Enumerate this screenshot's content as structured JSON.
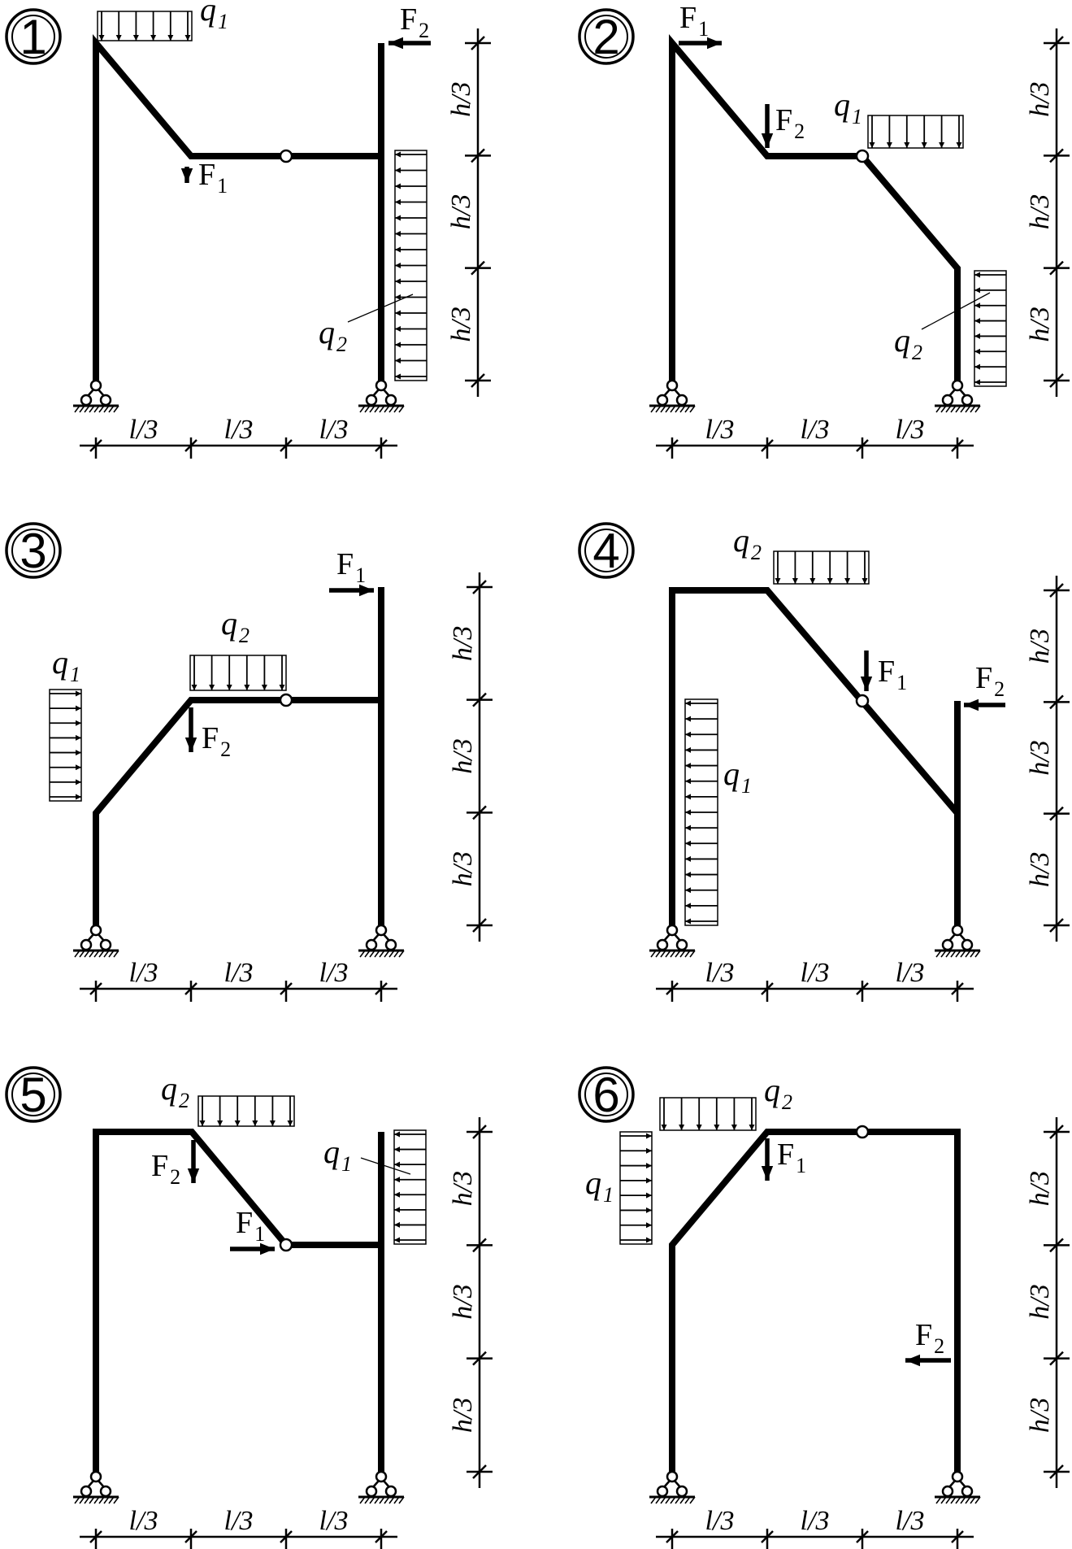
{
  "panels": [
    {
      "number": "1",
      "labels": [
        {
          "main": "q",
          "sub": "1",
          "italic": true
        },
        {
          "main": "F",
          "sub": "2",
          "italic": false
        },
        {
          "main": "F",
          "sub": "1",
          "italic": false
        },
        {
          "main": "q",
          "sub": "2",
          "italic": true
        }
      ]
    },
    {
      "number": "2",
      "labels": [
        {
          "main": "F",
          "sub": "1",
          "italic": false
        },
        {
          "main": "F",
          "sub": "2",
          "italic": false
        },
        {
          "main": "q",
          "sub": "1",
          "italic": true
        },
        {
          "main": "q",
          "sub": "2",
          "italic": true
        }
      ]
    },
    {
      "number": "3",
      "labels": [
        {
          "main": "F",
          "sub": "1",
          "italic": false
        },
        {
          "main": "q",
          "sub": "2",
          "italic": true
        },
        {
          "main": "q",
          "sub": "1",
          "italic": true
        },
        {
          "main": "F",
          "sub": "2",
          "italic": false
        }
      ]
    },
    {
      "number": "4",
      "labels": [
        {
          "main": "q",
          "sub": "2",
          "italic": true
        },
        {
          "main": "F",
          "sub": "1",
          "italic": false
        },
        {
          "main": "F",
          "sub": "2",
          "italic": false
        },
        {
          "main": "q",
          "sub": "1",
          "italic": true
        }
      ]
    },
    {
      "number": "5",
      "labels": [
        {
          "main": "q",
          "sub": "2",
          "italic": true
        },
        {
          "main": "F",
          "sub": "2",
          "italic": false
        },
        {
          "main": "q",
          "sub": "1",
          "italic": true
        },
        {
          "main": "F",
          "sub": "1",
          "italic": false
        }
      ]
    },
    {
      "number": "6",
      "labels": [
        {
          "main": "q",
          "sub": "2",
          "italic": true
        },
        {
          "main": "q",
          "sub": "1",
          "italic": true
        },
        {
          "main": "F",
          "sub": "1",
          "italic": false
        },
        {
          "main": "F",
          "sub": "2",
          "italic": false
        }
      ]
    }
  ],
  "dimension_labels": {
    "horizontal": "l/3",
    "vertical": "h/3"
  }
}
